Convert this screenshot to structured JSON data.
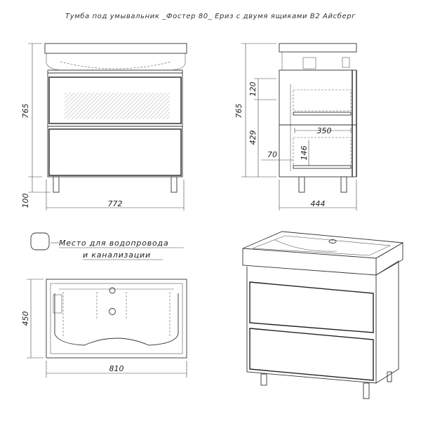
{
  "title": "Тумба под умывальник _Фостер 80_ Ериз с двумя ящиками В2 Айсберг",
  "legend": {
    "line1": "Место для водопровода",
    "line2": "и канализации"
  },
  "front_view": {
    "height": "765",
    "legs": "100",
    "width": "772"
  },
  "side_view": {
    "height": "765",
    "top_drawer": "120",
    "lower_section": "429",
    "drawer_depth": "350",
    "small_offset": "70",
    "inner_height": "146",
    "depth": "444"
  },
  "top_view": {
    "depth": "450",
    "width": "810"
  }
}
